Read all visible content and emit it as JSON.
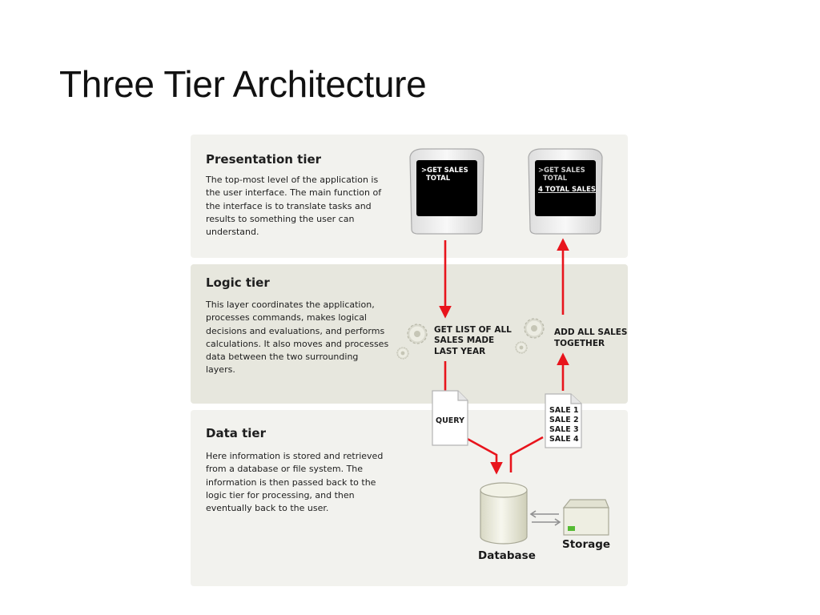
{
  "slide": {
    "title": "Three Tier Architecture"
  },
  "tiers": {
    "presentation": {
      "heading": "Presentation tier",
      "description": "The top-most level of the application is the user interface. The main function of the interface is to translate tasks and results to something the user can understand."
    },
    "logic": {
      "heading": "Logic tier",
      "description": "This layer coordinates the application, processes commands, makes logical decisions and evaluations, and performs calculations.  It also moves and processes data between the two surrounding layers."
    },
    "data": {
      "heading": "Data tier",
      "description": "Here information is stored and retrieved from a database or file system.  The information is then passed back to the logic tier for processing, and then eventually back to the user."
    }
  },
  "screens": {
    "left": {
      "line1": ">GET SALES",
      "line2": "TOTAL"
    },
    "right": {
      "line1": ">GET SALES",
      "line2": "TOTAL",
      "result": "4 TOTAL SALES"
    }
  },
  "logic_steps": {
    "left": {
      "line1": "GET LIST OF ALL",
      "line2": "SALES MADE",
      "line3": "LAST YEAR"
    },
    "right": {
      "line1": "ADD ALL SALES",
      "line2": "TOGETHER"
    }
  },
  "documents": {
    "query": "QUERY",
    "sales": [
      "SALE 1",
      "SALE 2",
      "SALE 3",
      "SALE 4"
    ]
  },
  "stores": {
    "database": "Database",
    "storage": "Storage"
  },
  "colors": {
    "arrow": "#e8141c",
    "panel_light": "#f2f2ee",
    "panel_dark": "#e7e7de",
    "storage_led": "#55bb33"
  }
}
